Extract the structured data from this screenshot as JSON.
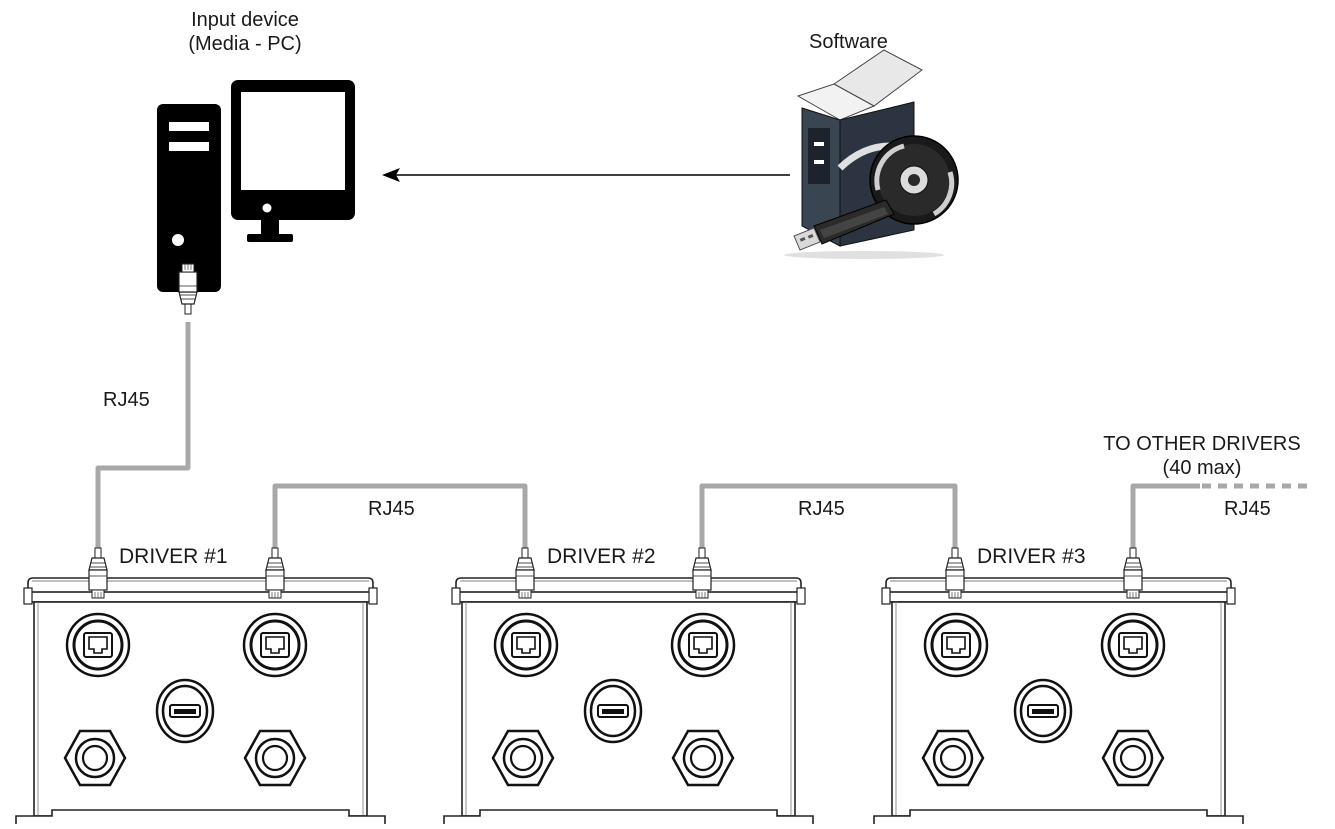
{
  "input_device": {
    "line1": "Input device",
    "line2": "(Media - PC)"
  },
  "software": {
    "label": "Software"
  },
  "cables": {
    "pc_link": "RJ45",
    "link_1_2": "RJ45",
    "link_2_3": "RJ45",
    "link_out": "RJ45"
  },
  "other_drivers": {
    "line1": "TO OTHER DRIVERS",
    "line2": "(40 max)"
  },
  "drivers": [
    {
      "label": "DRIVER #1"
    },
    {
      "label": "DRIVER #2"
    },
    {
      "label": "DRIVER #3"
    }
  ],
  "colors": {
    "cable": "#a8a8a8",
    "ink": "#1a1a1a",
    "box_dark": "#2b3440"
  },
  "icons": [
    "desktop-pc-icon",
    "software-box-icon",
    "usb-stick-icon",
    "cd-disc-icon",
    "rj45-plug-icon",
    "rj45-port-icon",
    "usb-port-icon",
    "cable-gland-icon"
  ]
}
